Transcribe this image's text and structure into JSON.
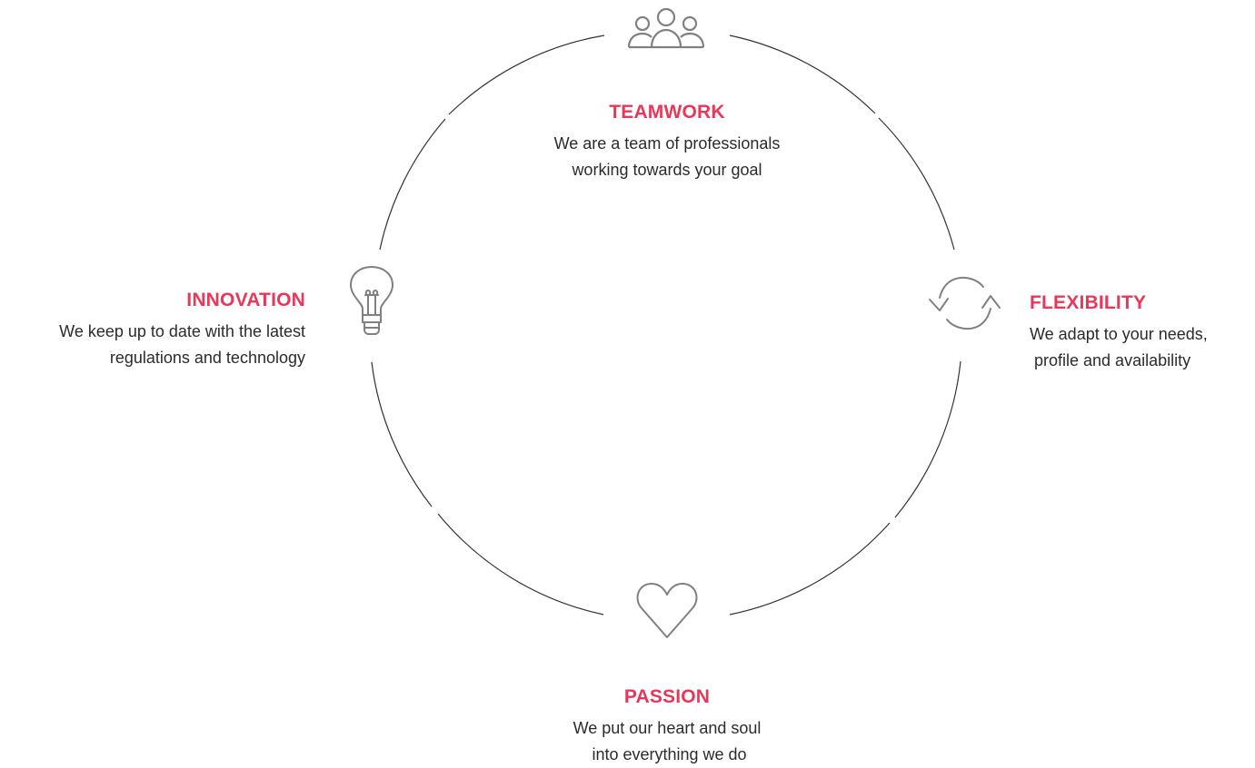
{
  "values": [
    {
      "key": "teamwork",
      "title": "TEAMWORK",
      "lines": [
        "We are a team of professionals",
        "working towards your goal"
      ],
      "icon": "people-group-icon"
    },
    {
      "key": "innovation",
      "title": "INNOVATION",
      "lines": [
        "We keep up to date with the latest",
        "regulations and technology"
      ],
      "icon": "lightbulb-icon"
    },
    {
      "key": "flexibility",
      "title": "FLEXIBILITY",
      "lines": [
        "We adapt to your needs,",
        " profile and availability"
      ],
      "icon": "refresh-cycle-icon"
    },
    {
      "key": "passion",
      "title": "PASSION",
      "lines": [
        "We put our heart and soul",
        " into everything we do"
      ],
      "icon": "heart-icon"
    }
  ],
  "colors": {
    "accent": "#e8385a",
    "text": "#2b2b2b",
    "icon": "#808080",
    "ring": "#333333"
  }
}
